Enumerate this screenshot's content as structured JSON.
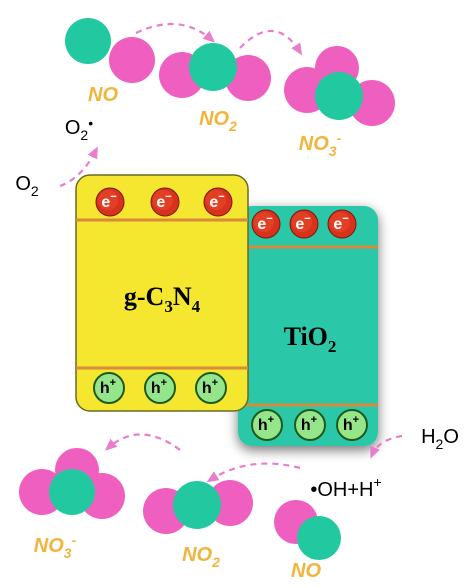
{
  "colors": {
    "oxygen": "#ee5fbf",
    "nitrogen": "#22c9a0",
    "gcn_block": "#f5e630",
    "tio2_block": "#2ac7a8",
    "band_line": "#d98a3a",
    "arrow": "#e87dcd",
    "species_label": "#f2b53c",
    "electron": "#d8321c",
    "hole": "#95e58a"
  },
  "icons": {
    "electron": "electron-circle-icon",
    "hole": "hole-circle-icon",
    "molecule": "molecule-spheres-icon"
  },
  "semiconductors": {
    "gcn": {
      "label_main": "g-C",
      "sub1": "3",
      "label_mid": "N",
      "sub2": "4"
    },
    "tio2": {
      "label_main": "TiO",
      "sub": "2"
    }
  },
  "carriers": {
    "electron_text": "e",
    "electron_sup": "−",
    "hole_text": "h",
    "hole_sup": "+"
  },
  "species": {
    "no_top": "NO",
    "no2_top": {
      "main": "NO",
      "sub": "2"
    },
    "no3_top": {
      "main": "NO",
      "sub": "3",
      "sup": "-"
    },
    "o2_input": {
      "main": "O",
      "sub": "2"
    },
    "superoxide": {
      "main": "O",
      "sub": "2",
      "dot": "•"
    },
    "h2o": {
      "main": "H",
      "sub": "2",
      "rest": "O"
    },
    "hydroxyl": {
      "main": "•OH+H",
      "sup": "+"
    },
    "no_bottom": "NO",
    "no2_bottom": {
      "main": "NO",
      "sub": "2"
    },
    "no3_bottom": {
      "main": "NO",
      "sub": "3",
      "sup": "-"
    }
  }
}
